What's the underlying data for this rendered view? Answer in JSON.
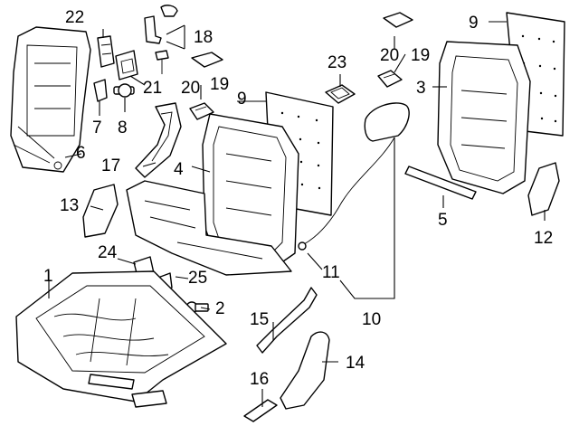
{
  "callouts": [
    {
      "id": "c1",
      "text": "1"
    },
    {
      "id": "c2",
      "text": "2"
    },
    {
      "id": "c3",
      "text": "3"
    },
    {
      "id": "c4",
      "text": "4"
    },
    {
      "id": "c5",
      "text": "5"
    },
    {
      "id": "c6",
      "text": "6"
    },
    {
      "id": "c7",
      "text": "7"
    },
    {
      "id": "c8",
      "text": "8"
    },
    {
      "id": "c9a",
      "text": "9"
    },
    {
      "id": "c9b",
      "text": "9"
    },
    {
      "id": "c10",
      "text": "10"
    },
    {
      "id": "c11",
      "text": "11"
    },
    {
      "id": "c12",
      "text": "12"
    },
    {
      "id": "c13",
      "text": "13"
    },
    {
      "id": "c14",
      "text": "14"
    },
    {
      "id": "c15",
      "text": "15"
    },
    {
      "id": "c16",
      "text": "16"
    },
    {
      "id": "c17",
      "text": "17"
    },
    {
      "id": "c18",
      "text": "18"
    },
    {
      "id": "c19a",
      "text": "19"
    },
    {
      "id": "c19b",
      "text": "19"
    },
    {
      "id": "c20a",
      "text": "20"
    },
    {
      "id": "c20b",
      "text": "20"
    },
    {
      "id": "c21",
      "text": "21"
    },
    {
      "id": "c22",
      "text": "22"
    },
    {
      "id": "c23",
      "text": "23"
    },
    {
      "id": "c24",
      "text": "24"
    },
    {
      "id": "c25",
      "text": "25"
    }
  ]
}
